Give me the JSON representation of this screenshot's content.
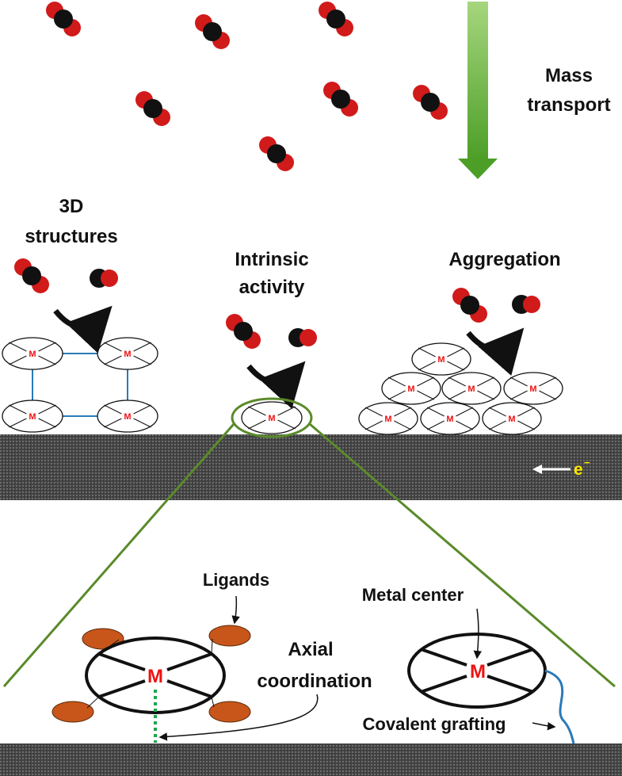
{
  "labels": {
    "mass_transport_line1": "Mass",
    "mass_transport_line2": "transport",
    "structures_3d_line1": "3D",
    "structures_3d_line2": "structures",
    "intrinsic_line1": "Intrinsic",
    "intrinsic_line2": "activity",
    "aggregation": "Aggregation",
    "electron": "e",
    "electron_sup": "−",
    "ligands": "Ligands",
    "axial_line1": "Axial",
    "axial_line2": "coordination",
    "metal_center": "Metal center",
    "covalent_grafting": "Covalent grafting",
    "metal_symbol": "M"
  },
  "colors": {
    "oxygen": "#d11a1a",
    "carbon": "#111111",
    "arrow_green": "#5aa832",
    "zoom_line": "#5a8a2a",
    "ligand_fill": "#c8561a",
    "linker_blue": "#2a7ab8",
    "electron_yellow": "#ffe600",
    "metal_red": "#ee1111"
  }
}
